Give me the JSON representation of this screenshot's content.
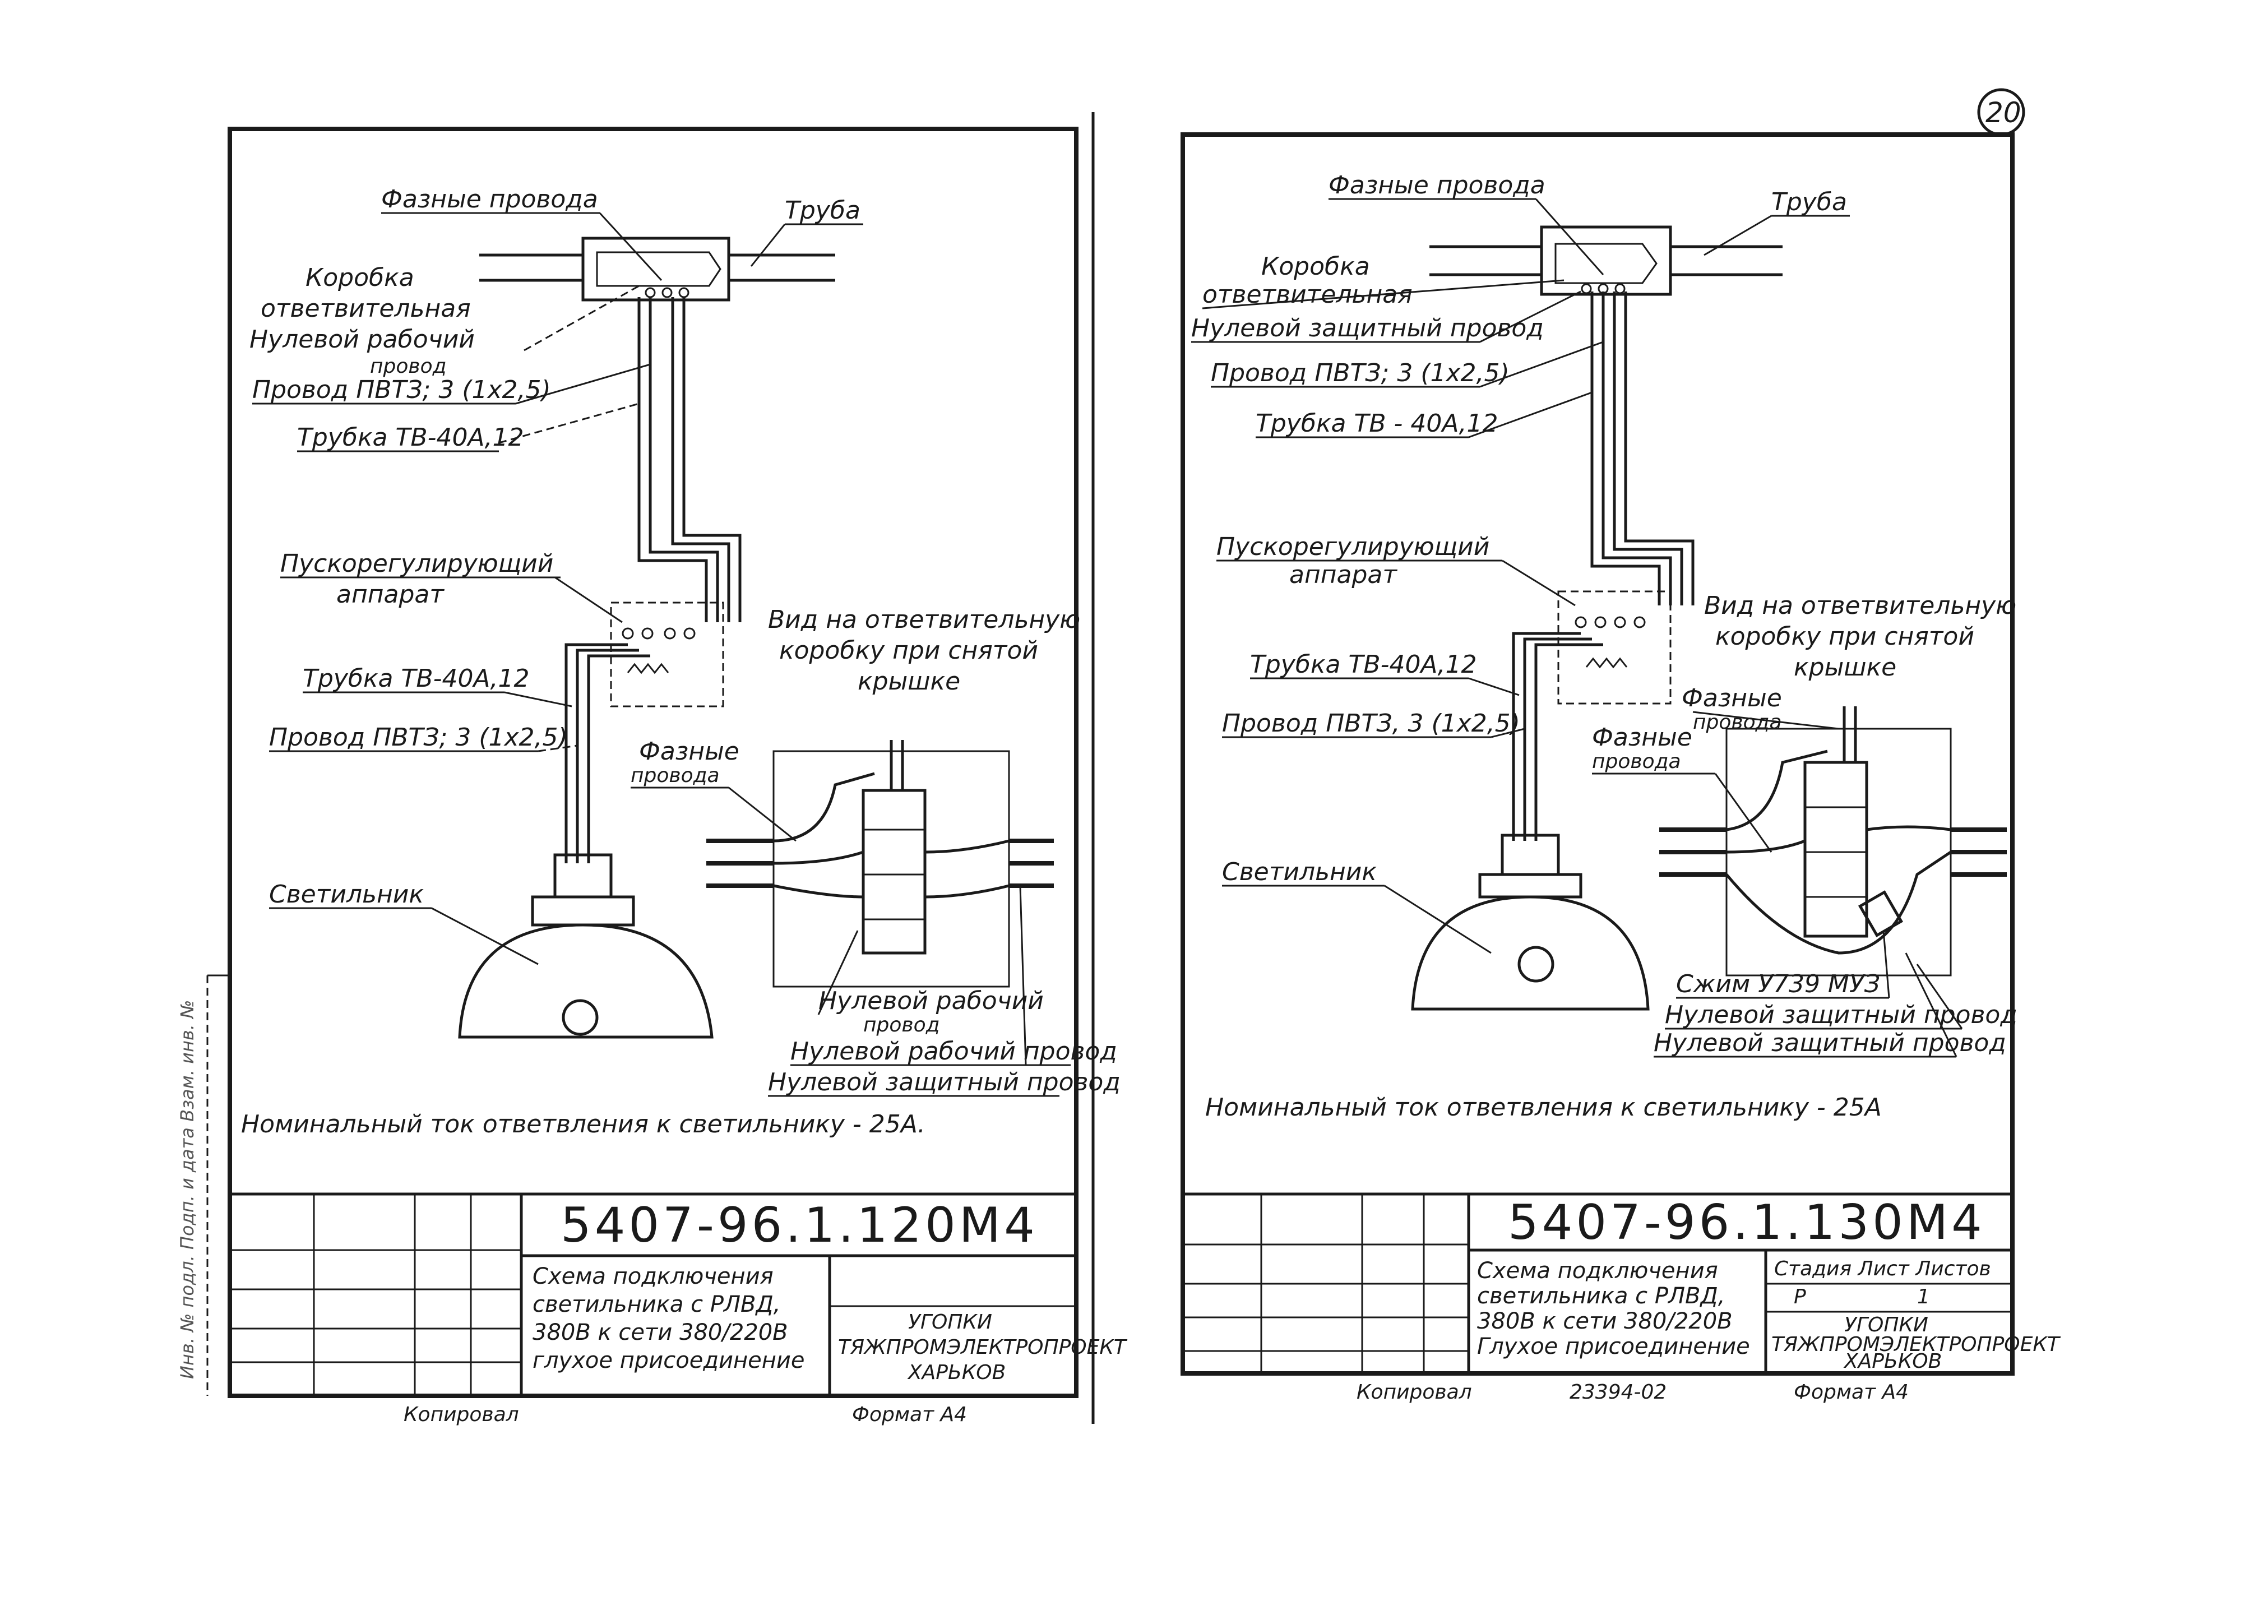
{
  "page_number": "20",
  "left_sheet": {
    "labels": {
      "phase_wires": "Фазные провода",
      "pipe": "Труба",
      "box_line1": "Коробка",
      "box_line2": "ответвительная",
      "neutral_line1": "Нулевой рабочий",
      "neutral_line2": "провод",
      "wire": "Провод ПВТЗ; 3 (1х2,5)",
      "tube": "Трубка ТВ-40А,12",
      "ballast_line1": "Пускорегулирующий",
      "ballast_line2": "аппарат",
      "tube2": "Трубка ТВ-40А,12",
      "wire2": "Провод ПВТЗ; 3 (1х2,5)",
      "lamp": "Светильник",
      "view_line1": "Вид на ответвительную",
      "view_line2": "коробку при снятой",
      "view_line3": "крышке",
      "inset_phase_line1": "Фазные",
      "inset_phase_line2": "провода",
      "inset_neutral_line1": "Нулевой рабочий",
      "inset_neutral_line2": "провод",
      "inset_neutral2": "Нулевой рабочий провод",
      "inset_protective": "Нулевой защитный провод",
      "note": "Номинальный ток ответвления к светильнику - 25А."
    },
    "title_block": {
      "code": "5407-96.1.120М4",
      "desc_line1": "Схема подключения",
      "desc_line2": "светильника с РЛВД,",
      "desc_line3": "380В к сети 380/220В",
      "desc_line4": "глухое присоединение",
      "org_line1": "УГОПКИ",
      "org_line2": "ТЯЖПРОМЭЛЕКТРОПРОЕКТ",
      "org_line3": "ХАРЬКОВ",
      "footer_left": "Копировал",
      "footer_right": "Формат А4"
    },
    "side_stamp": "Инв. № подл.  Подп. и дата  Взам. инв. №"
  },
  "right_sheet": {
    "labels": {
      "phase_wires": "Фазные провода",
      "pipe": "Труба",
      "box_line1": "Коробка",
      "box_line2": "ответвительная",
      "protective": "Нулевой защитный провод",
      "wire": "Провод ПВТЗ; 3 (1х2,5)",
      "tube": "Трубка ТВ - 40А,12",
      "ballast_line1": "Пускорегулирующий",
      "ballast_line2": "аппарат",
      "tube2": "Трубка ТВ-40А,12",
      "wire2": "Провод ПВТЗ, 3 (1х2,5)",
      "lamp": "Светильник",
      "view_line1": "Вид на ответвительную",
      "view_line2": "коробку при снятой",
      "view_line3": "крышке",
      "inset_phase_a_line1": "Фазные",
      "inset_phase_a_line2": "провода",
      "inset_phase_b_line1": "Фазные",
      "inset_phase_b_line2": "провода",
      "clamp": "Сжим У739 МУЗ",
      "inset_protective1": "Нулевой защитный провод",
      "inset_protective2": "Нулевой защитный провод",
      "note": "Номинальный ток ответвления к светильнику - 25А"
    },
    "title_block": {
      "code": "5407-96.1.130М4",
      "desc_line1": "Схема подключения",
      "desc_line2": "светильника с РЛВД,",
      "desc_line3": "380В к сети 380/220В",
      "desc_line4": "Глухое присоединение",
      "stage_header": "Стадия Лист Листов",
      "stage_value": "Р",
      "sheet_value": "1",
      "org_line1": "УГОПКИ",
      "org_line2": "ТЯЖПРОМЭЛЕКТРОПРОЕКТ",
      "org_line3": "ХАРЬКОВ",
      "footer_left": "Копировал",
      "footer_mid": "23394-02",
      "footer_right": "Формат А4"
    }
  }
}
